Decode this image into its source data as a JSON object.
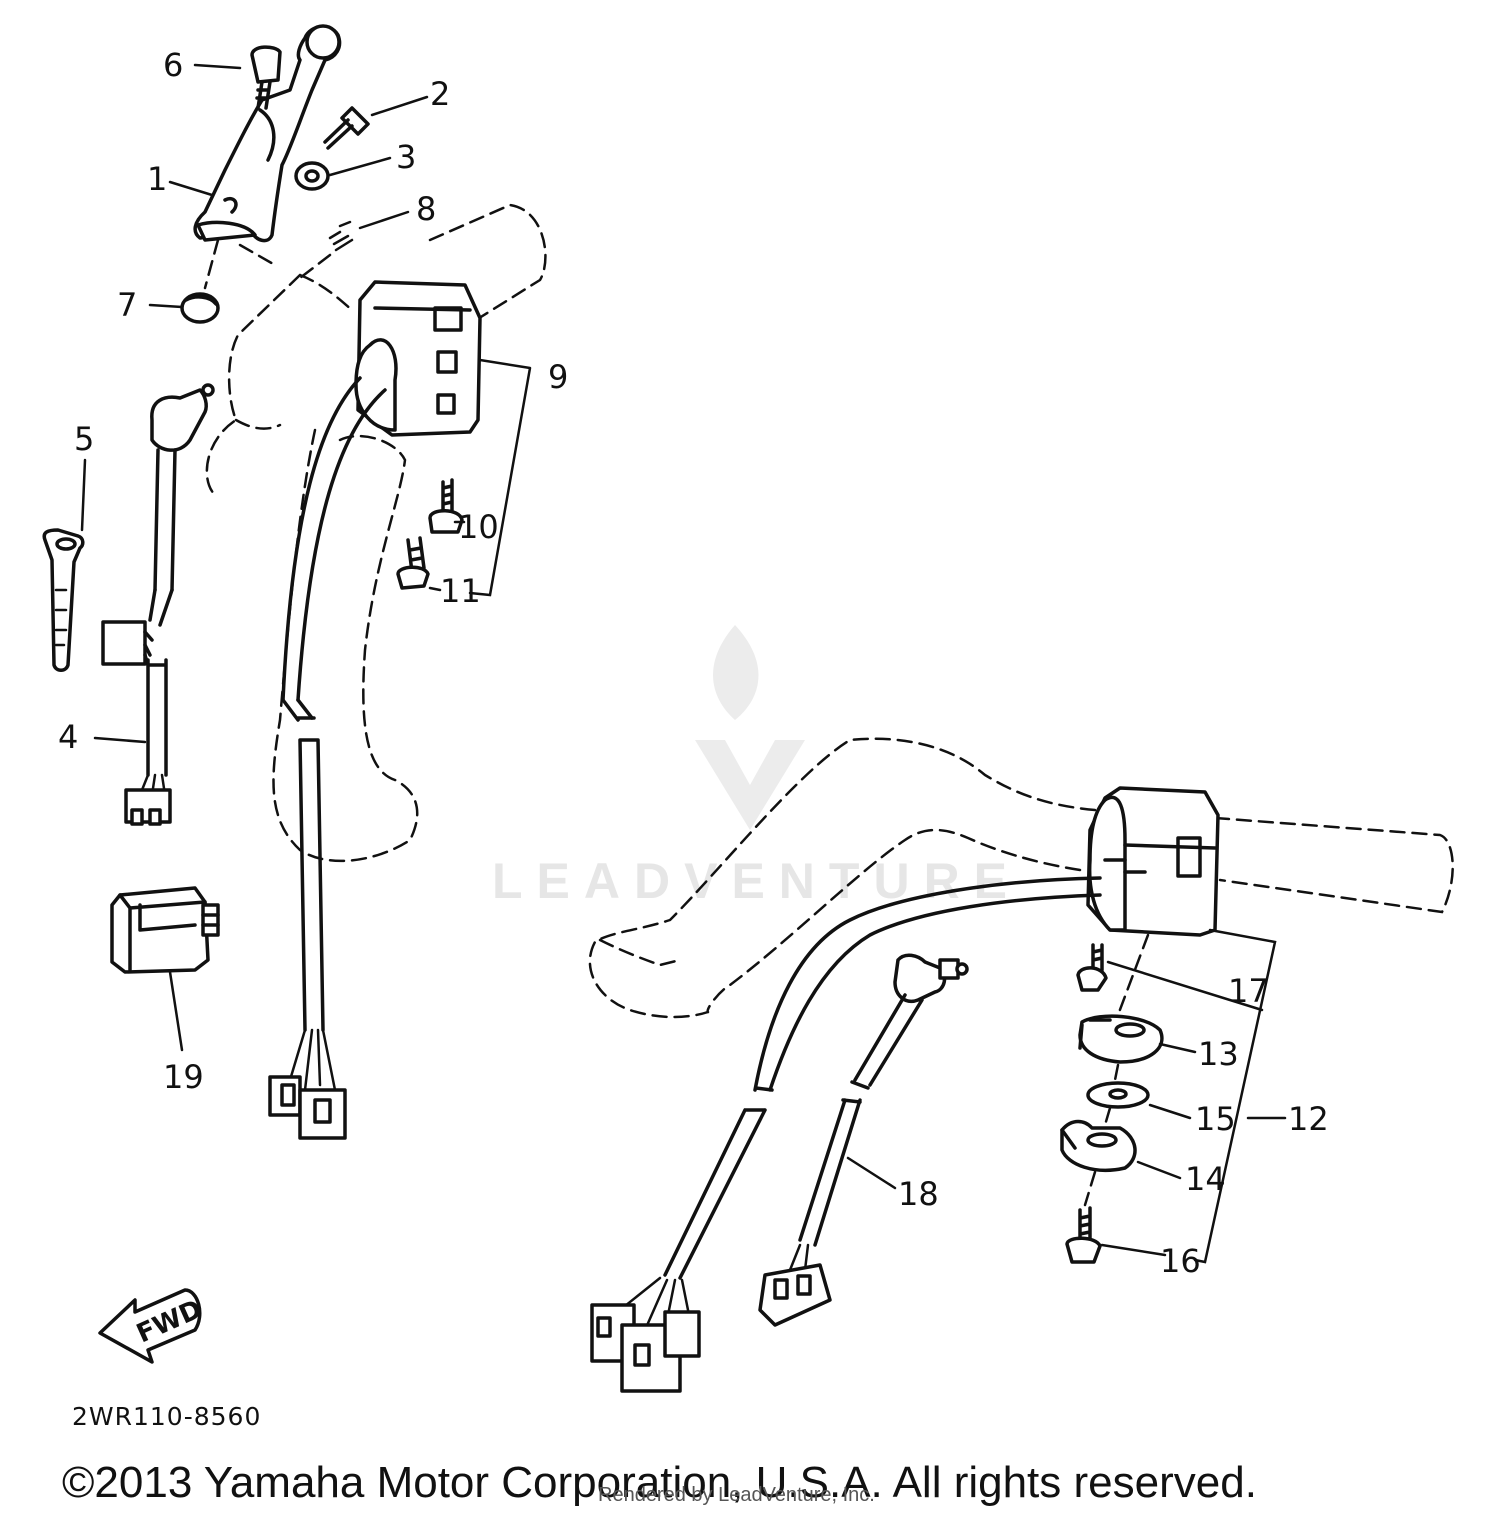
{
  "watermark": {
    "text": "LEADVENTURE"
  },
  "direction_arrow": {
    "label": "FWD"
  },
  "drawing_code": "2WR110-8560",
  "copyright": "©2013 Yamaha Motor Corporation, U.S.A. All rights reserved.",
  "rendered_by": "Rendered by LeadVenture, Inc.",
  "callouts": {
    "c1": "1",
    "c2": "2",
    "c3": "3",
    "c4": "4",
    "c5": "5",
    "c6": "6",
    "c7": "7",
    "c8": "8",
    "c9": "9",
    "c10": "10",
    "c11": "11",
    "c12": "12",
    "c13": "13",
    "c14": "14",
    "c15": "15",
    "c16": "16",
    "c17": "17",
    "c18": "18",
    "c19": "19"
  }
}
